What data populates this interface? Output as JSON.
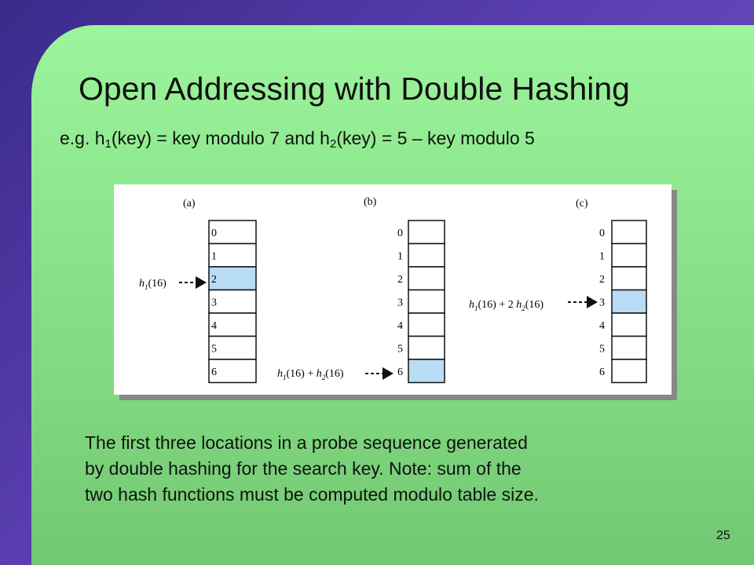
{
  "slide": {
    "title": "Open Addressing with Double Hashing",
    "formula": {
      "prefix": "e.g. h",
      "sub1": "1",
      "mid": "(key) = key modulo  7 and h",
      "sub2": "2",
      "suffix": "(key) = 5 – key modulo 5"
    },
    "caption_lines": [
      "The first three locations in a probe sequence generated",
      "by double hashing for the search key. Note: sum of the",
      "two hash functions must be computed modulo table size."
    ],
    "page_number": "25"
  },
  "figure": {
    "panels": [
      {
        "label": "(a)",
        "indices": [
          "0",
          "1",
          "2",
          "3",
          "4",
          "5",
          "6"
        ],
        "highlighted_index": 2,
        "pointer_label": {
          "h": "h",
          "sub1": "1",
          "rest": "(16)"
        }
      },
      {
        "label": "(b)",
        "indices": [
          "0",
          "1",
          "2",
          "3",
          "4",
          "5",
          "6"
        ],
        "highlighted_index": 6,
        "pointer_label": {
          "h": "h",
          "sub1": "1",
          "mid": "(16)  +  ",
          "h2": "h",
          "sub2": "2",
          "rest": "(16)"
        }
      },
      {
        "label": "(c)",
        "indices": [
          "0",
          "1",
          "2",
          "3",
          "4",
          "5",
          "6"
        ],
        "highlighted_index": 3,
        "pointer_label": {
          "h": "h",
          "sub1": "1",
          "mid": "(16)  +  2 ",
          "h2": "h",
          "sub2": "2",
          "rest": "(16)"
        }
      }
    ],
    "colors": {
      "highlight": "#b8dcf4",
      "cell_border": "#111111",
      "panel_green": "#8fe88f",
      "background_purple": "#5a3aa8"
    }
  }
}
